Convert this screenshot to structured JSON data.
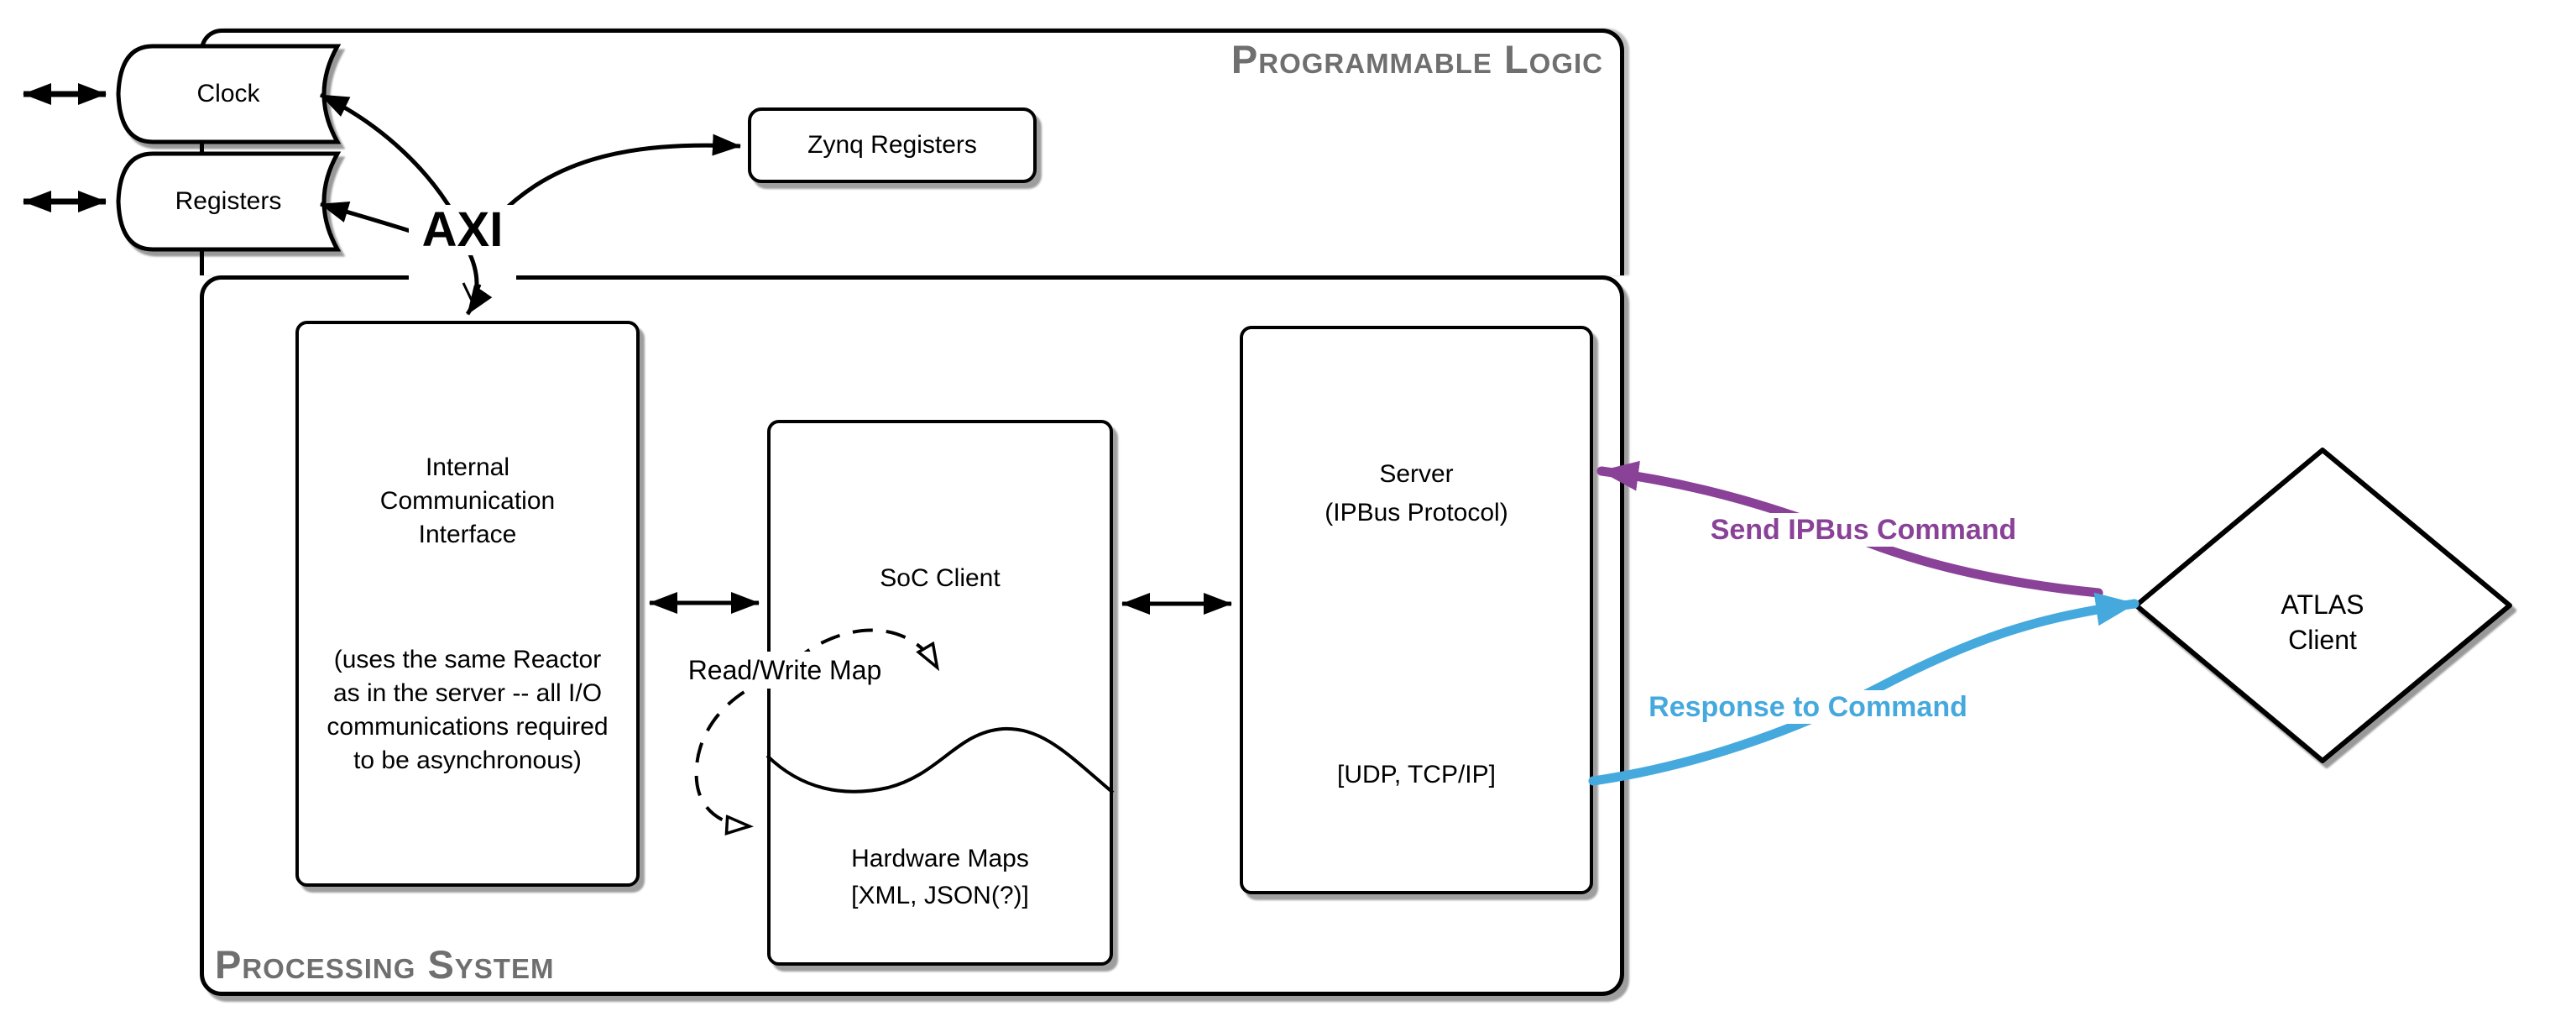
{
  "diagram": {
    "sections": {
      "programmable_logic": {
        "title": "Programmable Logic"
      },
      "processing_system": {
        "title": "Processing System"
      }
    },
    "nodes": {
      "clock": {
        "label": "Clock"
      },
      "registers": {
        "label": "Registers"
      },
      "zynq_registers": {
        "label": "Zynq Registers"
      },
      "internal_comm_interface": {
        "title": "Internal\nCommunication\nInterface",
        "note": "(uses the same Reactor\nas in the server -- all I/O\ncommunications required\nto be asynchronous)"
      },
      "soc_client": {
        "title": "SoC Client",
        "maps": "Hardware Maps\n[XML, JSON(?)]"
      },
      "server": {
        "title": "Server\n(IPBus Protocol)",
        "protocols": "[UDP, TCP/IP]"
      },
      "atlas_client": {
        "label": "ATLAS\nClient"
      }
    },
    "edges": {
      "axi": {
        "label": "AXI"
      },
      "read_write_map": {
        "label": "Read/Write Map"
      },
      "send_ipbus_command": {
        "label": "Send IPBus Command"
      },
      "response_to_command": {
        "label": "Response to Command"
      }
    },
    "icons": [
      "double-arrow-icon",
      "black-arrow-icon",
      "open-triangle-arrow-icon",
      "purple-arrow-icon",
      "blue-arrow-icon",
      "diamond-shape",
      "stored-data-shape"
    ]
  },
  "colors": {
    "purple": "#8a4198",
    "blue": "#45a9de",
    "section_title_gray": "#6f6f6f",
    "stroke_black": "#000000"
  }
}
